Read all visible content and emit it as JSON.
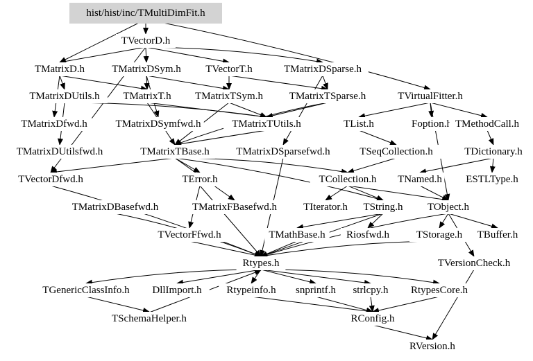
{
  "graph": {
    "root_fill": "#d3d3d3",
    "nodes": [
      "hist/hist/inc/TMultiDimFit.h",
      "TVectorD.h",
      "TMatrixD.h",
      "TMatrixDSym.h",
      "TVectorT.h",
      "TMatrixDSparse.h",
      "TMatrixDUtils.h",
      "TMatrixT.h",
      "TMatrixTSym.h",
      "TMatrixTSparse.h",
      "TVirtualFitter.h",
      "TMatrixDfwd.h",
      "TMatrixDSymfwd.h",
      "TMatrixTUtils.h",
      "TList.h",
      "Foption.h",
      "TMethodCall.h",
      "TMatrixDUtilsfwd.h",
      "TMatrixTBase.h",
      "TMatrixDSparsefwd.h",
      "TSeqCollection.h",
      "TDictionary.h",
      "TVectorDfwd.h",
      "TError.h",
      "TCollection.h",
      "TNamed.h",
      "ESTLType.h",
      "TMatrixDBasefwd.h",
      "TMatrixFBasefwd.h",
      "TIterator.h",
      "TString.h",
      "TObject.h",
      "TVectorFfwd.h",
      "TMathBase.h",
      "Riosfwd.h",
      "TStorage.h",
      "TBuffer.h",
      "Rtypes.h",
      "TVersionCheck.h",
      "TGenericClassInfo.h",
      "DllImport.h",
      "Rtypeinfo.h",
      "snprintf.h",
      "strlcpy.h",
      "RtypesCore.h",
      "TSchemaHelper.h",
      "RConfig.h",
      "RVersion.h"
    ],
    "edges": [
      [
        0,
        1
      ],
      [
        0,
        2
      ],
      [
        0,
        10
      ],
      [
        1,
        2
      ],
      [
        1,
        3
      ],
      [
        1,
        4
      ],
      [
        1,
        5
      ],
      [
        1,
        22
      ],
      [
        2,
        6
      ],
      [
        2,
        7
      ],
      [
        2,
        11
      ],
      [
        3,
        7
      ],
      [
        3,
        8
      ],
      [
        3,
        12
      ],
      [
        4,
        8
      ],
      [
        4,
        9
      ],
      [
        5,
        9
      ],
      [
        5,
        19
      ],
      [
        6,
        17
      ],
      [
        6,
        13
      ],
      [
        7,
        18
      ],
      [
        7,
        13
      ],
      [
        8,
        13
      ],
      [
        8,
        18
      ],
      [
        9,
        13
      ],
      [
        9,
        18
      ],
      [
        10,
        14
      ],
      [
        10,
        15
      ],
      [
        10,
        16
      ],
      [
        10,
        31
      ],
      [
        13,
        18
      ],
      [
        14,
        20
      ],
      [
        16,
        21
      ],
      [
        18,
        22
      ],
      [
        18,
        23
      ],
      [
        18,
        28
      ],
      [
        18,
        24
      ],
      [
        18,
        30
      ],
      [
        19,
        37
      ],
      [
        20,
        24
      ],
      [
        21,
        25
      ],
      [
        21,
        26
      ],
      [
        24,
        29
      ],
      [
        24,
        30
      ],
      [
        24,
        31
      ],
      [
        25,
        31
      ],
      [
        23,
        32
      ],
      [
        23,
        37
      ],
      [
        27,
        37
      ],
      [
        22,
        37
      ],
      [
        30,
        33
      ],
      [
        30,
        34
      ],
      [
        30,
        37
      ],
      [
        31,
        35
      ],
      [
        31,
        36
      ],
      [
        31,
        38
      ],
      [
        31,
        37
      ],
      [
        32,
        37
      ],
      [
        33,
        37
      ],
      [
        35,
        37
      ],
      [
        37,
        39
      ],
      [
        37,
        40
      ],
      [
        37,
        41
      ],
      [
        37,
        42
      ],
      [
        37,
        43
      ],
      [
        37,
        44
      ],
      [
        39,
        45
      ],
      [
        45,
        37
      ],
      [
        41,
        46
      ],
      [
        42,
        46
      ],
      [
        43,
        46
      ],
      [
        44,
        46
      ],
      [
        46,
        47
      ],
      [
        38,
        47
      ]
    ]
  }
}
